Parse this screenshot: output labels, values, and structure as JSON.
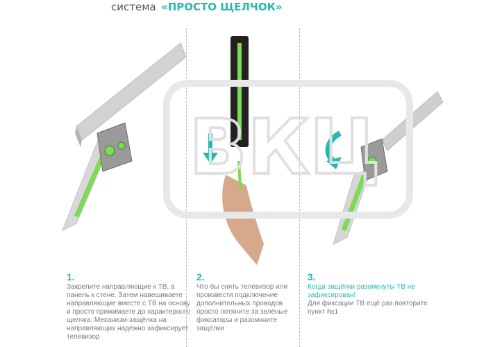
{
  "header": {
    "prefix": "система",
    "accent": "«ПРОСТО ЩЕЛЧОК»"
  },
  "watermark": {
    "text": "ВКЦ"
  },
  "colors": {
    "accent": "#27b8b0",
    "green": "#7ed957",
    "steel": "#c9c9c9",
    "dark": "#2a2a2a"
  },
  "steps": [
    {
      "number": "1.",
      "lines": [
        "Закрепите направляющие к ТВ, а",
        "панель к стене. Затем навешиваете",
        "направляющие вместе с ТВ на основу",
        "и просто прижимаете до характерного",
        "щелчка. Механизм-защёлка на",
        "направляющих надёжно зафиксирует",
        "телевизор"
      ]
    },
    {
      "number": "2.",
      "lines": [
        "Что бы снять телевизор или",
        "произвести подключение",
        "дополнительных проводов",
        "просто потяните за зелёные",
        "фиксаторы и разомкните защёлки"
      ]
    },
    {
      "number": "3.",
      "accent_lines": [
        "Когда защёпки разомкнуты ТВ не",
        "зафиксирован!"
      ],
      "lines": [
        "Для фиксации ТВ ещё раз повторите",
        "пункт №1"
      ]
    }
  ]
}
